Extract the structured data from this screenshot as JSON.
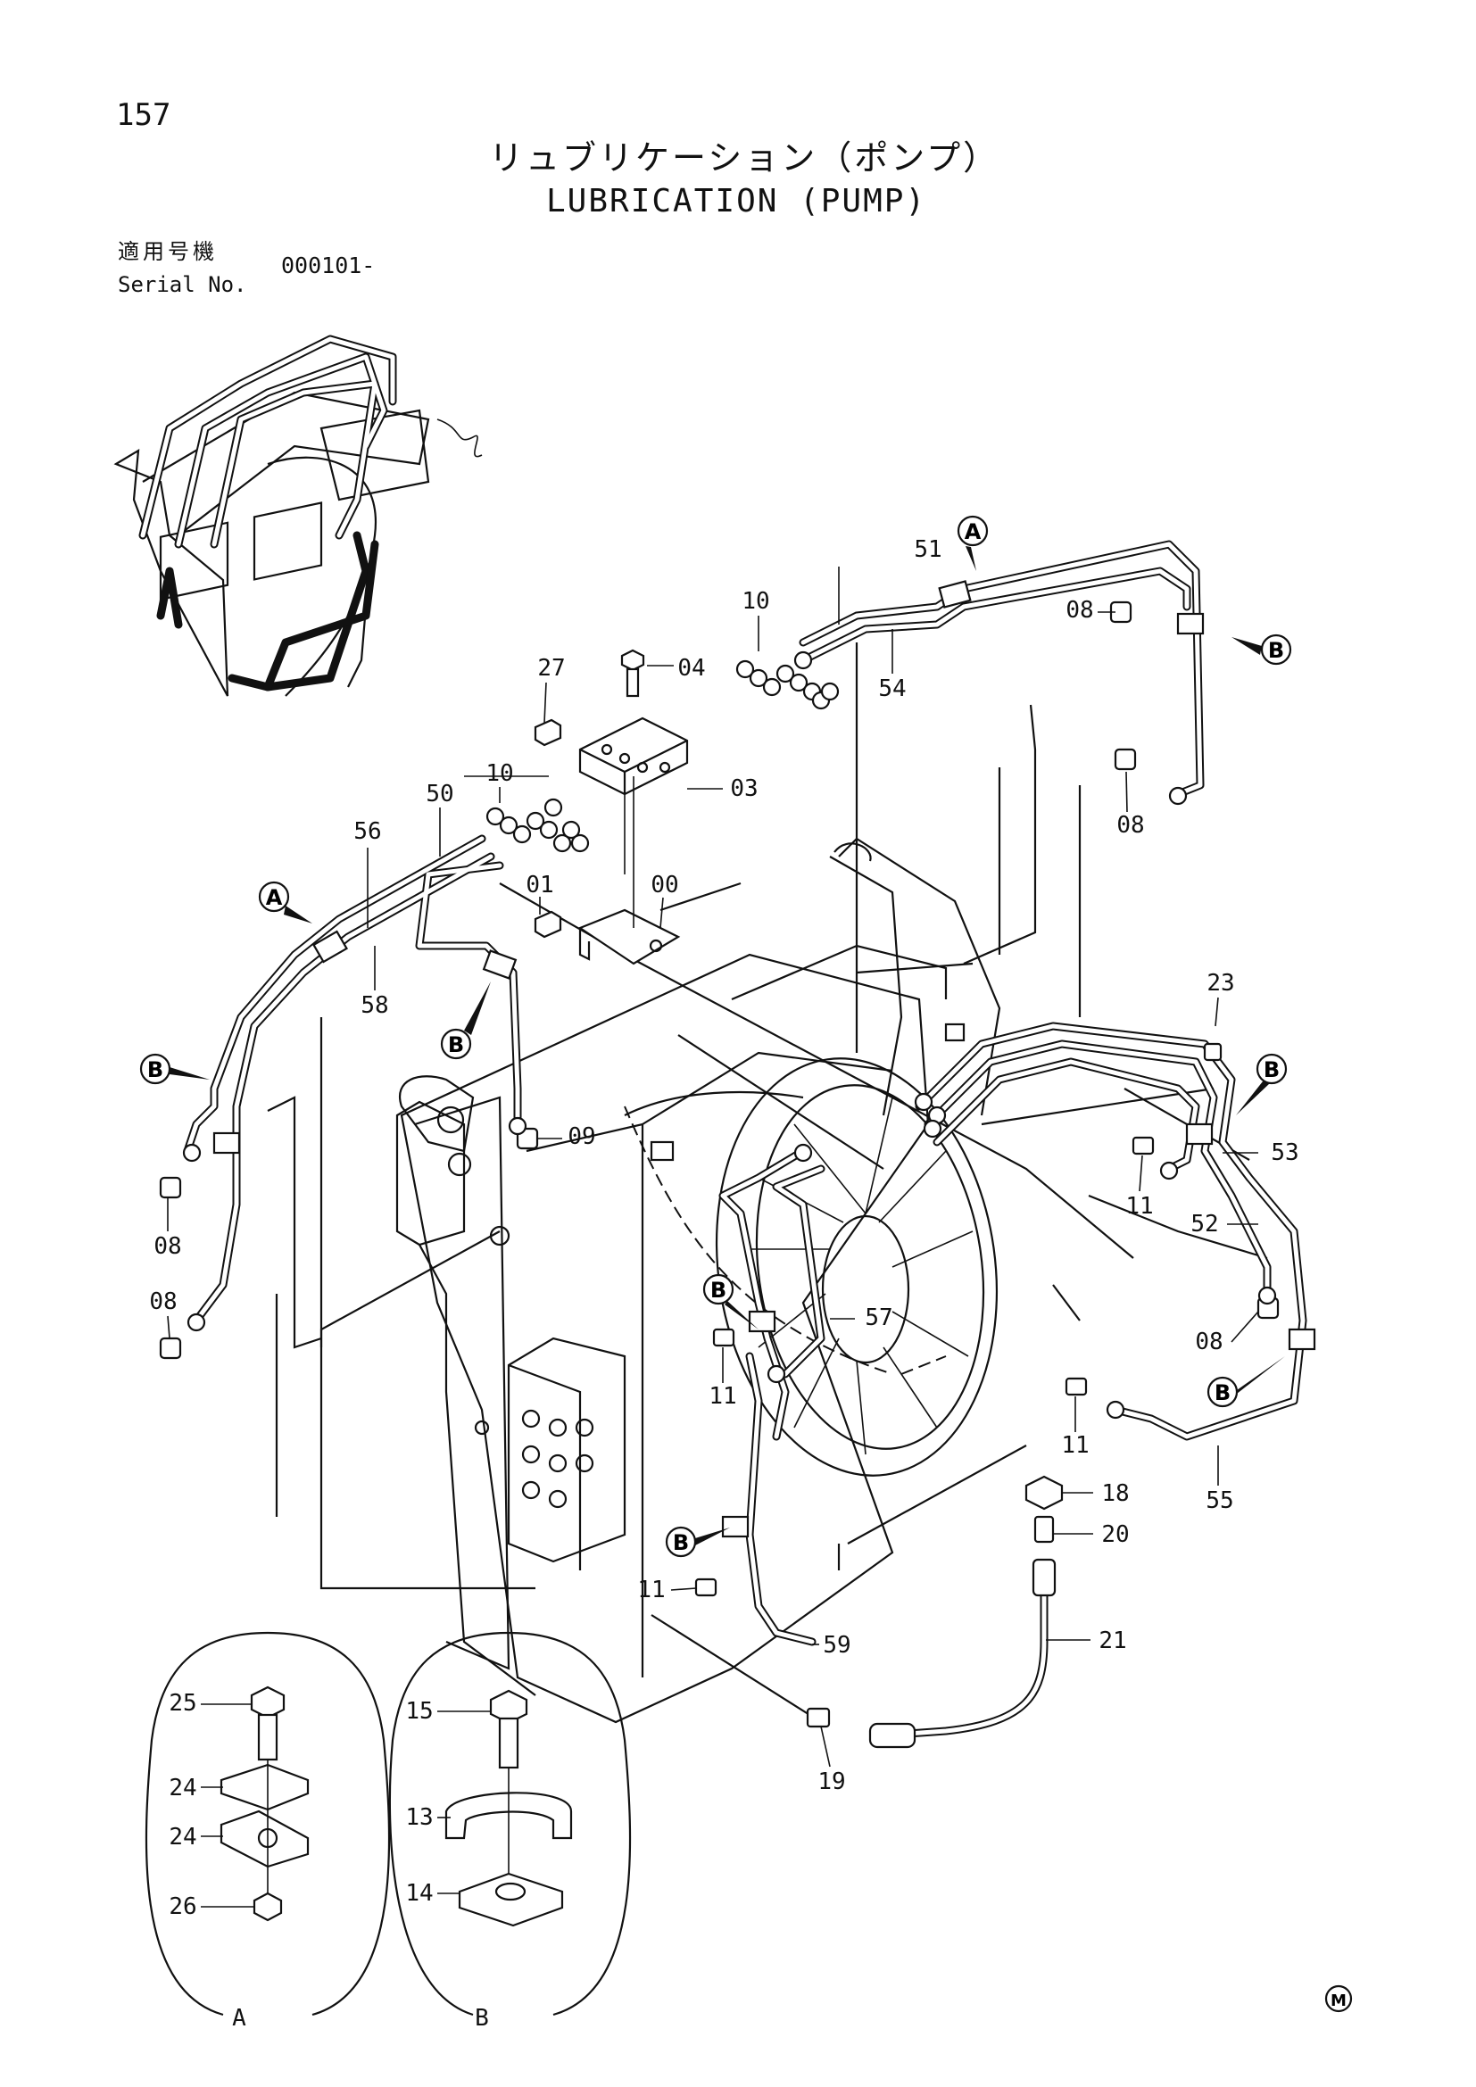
{
  "page_number": "157",
  "title_jp": "リュブリケーション（ポンプ）",
  "title_en": "LUBRICATION (PUMP)",
  "serial": {
    "label_jp": "適用号機",
    "label_en": "Serial No.",
    "value": "000101-"
  },
  "part_labels": [
    "00",
    "01",
    "03",
    "04",
    "08",
    "09",
    "10",
    "11",
    "13",
    "14",
    "15",
    "18",
    "19",
    "20",
    "21",
    "23",
    "24",
    "25",
    "26",
    "27",
    "50",
    "51",
    "52",
    "53",
    "54",
    "55",
    "56",
    "57",
    "58",
    "59"
  ],
  "callouts": [
    "A",
    "B"
  ],
  "detail_views": [
    {
      "name": "A",
      "parts": [
        "25",
        "24",
        "24",
        "26"
      ]
    },
    {
      "name": "B",
      "parts": [
        "15",
        "13",
        "14"
      ]
    }
  ],
  "corner_mark": "M"
}
